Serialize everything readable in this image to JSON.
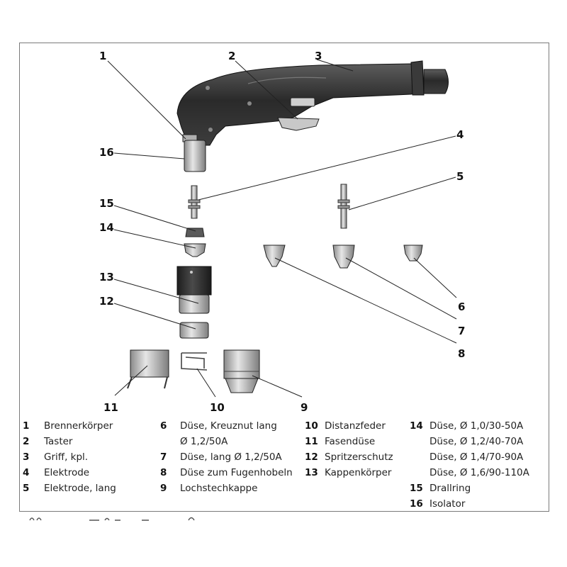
{
  "callouts": [
    "1",
    "2",
    "3",
    "4",
    "5",
    "6",
    "7",
    "8",
    "9",
    "10",
    "11",
    "12",
    "13",
    "14",
    "15",
    "16"
  ],
  "legend": {
    "col1": [
      {
        "num": "1",
        "label": "Brennerkörper"
      },
      {
        "num": "2",
        "label": "Taster"
      },
      {
        "num": "3",
        "label": "Griff, kpl."
      },
      {
        "num": "4",
        "label": "Elektrode"
      },
      {
        "num": "5",
        "label": "Elektrode, lang"
      }
    ],
    "col2": [
      {
        "num": "6",
        "label": "Düse, Kreuznut lang"
      },
      {
        "num": "",
        "label": "Ø 1,2/50A"
      },
      {
        "num": "7",
        "label": "Düse, lang Ø 1,2/50A"
      },
      {
        "num": "8",
        "label": "Düse zum Fugenhobeln"
      },
      {
        "num": "9",
        "label": "Lochstechkappe"
      }
    ],
    "col3": [
      {
        "num": "10",
        "label": "Distanzfeder"
      },
      {
        "num": "11",
        "label": "Fasendüse"
      },
      {
        "num": "12",
        "label": "Spritzerschutz"
      },
      {
        "num": "13",
        "label": "Kappenkörper"
      }
    ],
    "col4": [
      {
        "num": "14",
        "label": "Düse, Ø 1,0/30-50A"
      },
      {
        "num": "",
        "label": "Düse, Ø 1,2/40-70A"
      },
      {
        "num": "",
        "label": "Düse, Ø 1,4/70-90A"
      },
      {
        "num": "",
        "label": "Düse, Ø 1,6/90-110A"
      },
      {
        "num": "15",
        "label": "Drallring"
      },
      {
        "num": "16",
        "label": "Isolator"
      }
    ]
  },
  "colors": {
    "part_dark": "#2b2b2b",
    "part_mid": "#5a5a5a",
    "part_light": "#bdbdbd",
    "frame": "#7a7a7a"
  }
}
